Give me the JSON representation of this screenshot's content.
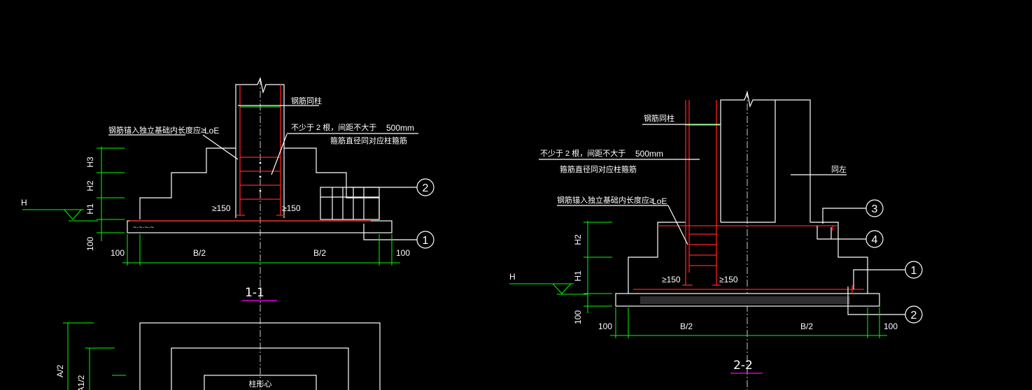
{
  "section_1": {
    "note_anchor": "钢筋锚入独立基础内长度应≥",
    "loe": "LoE",
    "note_same_column": "钢筋同柱",
    "note_min_bars": "不少于 2 根，间距不大于",
    "note_spacing": "500mm",
    "note_stirrup_dia": "箍筋直径同对应柱箍筋",
    "h3": "H3",
    "h2": "H2",
    "h1": "H1",
    "h": "H",
    "dim_100_v": "100",
    "min150_left": "≥150",
    "min150_right": "≥150",
    "dim_100_left": "100",
    "b_half_left": "B/2",
    "b_half_right": "B/2",
    "dim_100_right": "100",
    "callout_1": "1",
    "callout_2": "2",
    "title": "1-1"
  },
  "section_2": {
    "note_same_column": "钢筋同柱",
    "note_min_bars": "不少于 2 根，间距不大于",
    "note_spacing": "500mm",
    "note_stirrup_dia": "箍筋直径同对应柱箍筋",
    "note_anchor": "钢筋锚入独立基础内长度应≥",
    "loe": "LoE",
    "note_left": "同左",
    "h2": "H2",
    "h1": "H1",
    "h": "H",
    "dim_100_v": "100",
    "min150_left": "≥150",
    "min150_right": "≥150",
    "dim_100_left": "100",
    "b_half_left": "B/2",
    "b_half_right": "B/2",
    "dim_100_right": "100",
    "callout_1": "1",
    "callout_2": "2",
    "callout_3": "3",
    "callout_4": "4",
    "title": "2-2"
  },
  "plan": {
    "a_half": "A/2",
    "a1_half": "A1/2",
    "column_center": "柱形心"
  }
}
